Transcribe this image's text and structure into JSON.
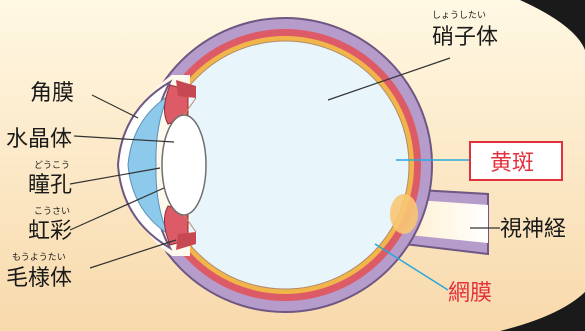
{
  "labels": {
    "cornea": "角膜",
    "lens": "水晶体",
    "pupil_ruby": "どうこう",
    "pupil": "瞳孔",
    "iris_ruby": "こうさい",
    "iris": "虹彩",
    "ciliary_ruby": "もうようたい",
    "ciliary": "毛様体",
    "vitreous_ruby": "しょうしたい",
    "vitreous": "硝子体",
    "macula": "黄斑",
    "optic_nerve": "視神経",
    "retina": "網膜"
  },
  "colors": {
    "background_top": "#fff8e3",
    "background_bottom": "#f8d9ab",
    "sclera": "#b59ccb",
    "choroid": "#dd5b66",
    "retina_layer": "#f1b64a",
    "vitreous": "#e8f5fb",
    "cornea_chamber": "#8dc9ea",
    "leader_line": "#333333",
    "highlight_line": "#2aa7dd",
    "highlight_text": "#e3303d"
  }
}
